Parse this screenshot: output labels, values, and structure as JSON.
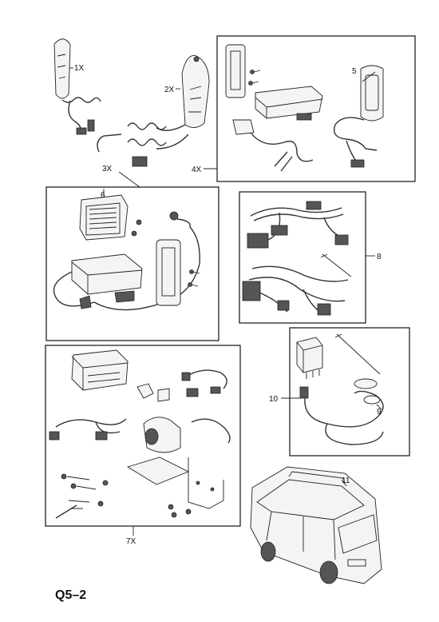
{
  "diagram_code": "Q5–2",
  "labels": {
    "l1": "1X",
    "l2": "2X",
    "l3": "3X",
    "l4": "4X",
    "l5": "5",
    "l6": "6",
    "l7": "7X",
    "l8": "8",
    "l9": "9",
    "l10": "10",
    "l11": "11"
  }
}
